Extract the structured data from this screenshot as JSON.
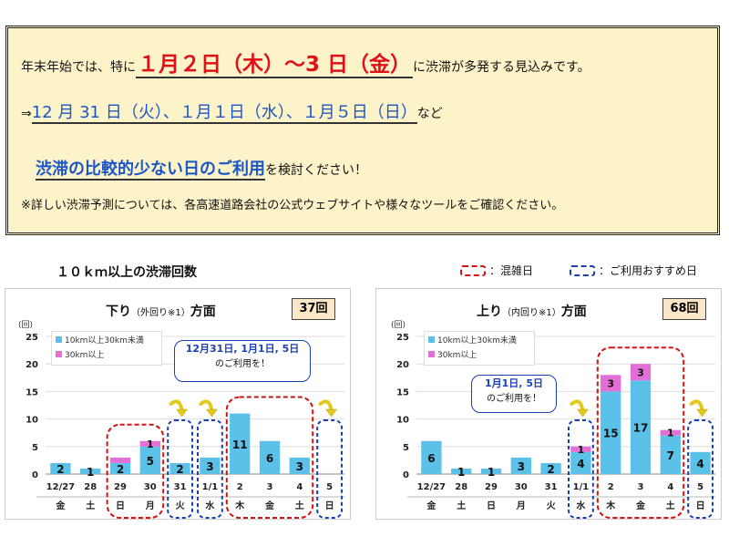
{
  "notice": {
    "line1_pre": "年末年始では、特に",
    "line1_em": "１月２日（木）～3 日（金）",
    "line1_post": "に渋滞が多発する見込みです。",
    "line2_pre": "⇒",
    "line2_em": "12 月 31 日（火）、１月１日（水）、１月５日（日）",
    "line2_post": "など",
    "line3_em": "渋滞の比較的少ない日のご利用",
    "line3_post": "を検討ください！",
    "line4": "※詳しい渋滞予測については、各高速道路会社の公式ウェブサイトや様々なツールをご確認ください。"
  },
  "section_title": "１０ｋｍ以上の渋滞回数",
  "legend": {
    "red_label": "：混雑日",
    "blue_label": "：ご利用おすすめ日",
    "red_color": "#d11111",
    "blue_color": "#1a3fb3"
  },
  "colors": {
    "series1": "#5bc1e8",
    "series2": "#e26fd6"
  },
  "chart_data": [
    {
      "type": "bar",
      "stacked": true,
      "title": "下り",
      "title_note": "（外回り※1）",
      "title_suffix": "方面",
      "total_badge": "37回",
      "unit_label": "(回)",
      "ylim": [
        0,
        25
      ],
      "yticks": [
        0,
        5,
        10,
        15,
        20,
        25
      ],
      "categories": [
        "12/27",
        "28",
        "29",
        "30",
        "31",
        "1/1",
        "2",
        "3",
        "4",
        "5"
      ],
      "weekdays": [
        "金",
        "土",
        "日",
        "月",
        "火",
        "水",
        "木",
        "金",
        "土",
        "日"
      ],
      "series": [
        {
          "name": "10km以上30km未満",
          "values": [
            2,
            1,
            2,
            5,
            2,
            3,
            11,
            6,
            3,
            0
          ]
        },
        {
          "name": "30km以上",
          "values": [
            0,
            0,
            1,
            1,
            0,
            0,
            0,
            0,
            0,
            0
          ]
        }
      ],
      "labels_bottom": [
        "2",
        "1",
        "2",
        "5",
        "2",
        "3",
        "11",
        "6",
        "3",
        ""
      ],
      "labels_top": [
        "",
        "",
        "",
        "1",
        "",
        "",
        "",
        "",
        "",
        ""
      ],
      "congested_groups": [
        [
          2,
          3
        ],
        [
          6,
          8
        ]
      ],
      "recommended_groups": [
        [
          4,
          4
        ],
        [
          5,
          5
        ],
        [
          9,
          9
        ]
      ],
      "callout_main": "12月31日, 1月1日, 5日",
      "callout_sub": "のご利用を！"
    },
    {
      "type": "bar",
      "stacked": true,
      "title": "上り",
      "title_note": "（内回り※1）",
      "title_suffix": "方面",
      "total_badge": "68回",
      "unit_label": "(回)",
      "ylim": [
        0,
        25
      ],
      "yticks": [
        0,
        5,
        10,
        15,
        20,
        25
      ],
      "categories": [
        "12/27",
        "28",
        "29",
        "30",
        "31",
        "1/1",
        "2",
        "3",
        "4",
        "5"
      ],
      "weekdays": [
        "金",
        "土",
        "日",
        "月",
        "火",
        "水",
        "木",
        "金",
        "土",
        "日"
      ],
      "series": [
        {
          "name": "10km以上30km未満",
          "values": [
            6,
            1,
            1,
            3,
            2,
            4,
            15,
            17,
            7,
            4
          ]
        },
        {
          "name": "30km以上",
          "values": [
            0,
            0,
            0,
            0,
            0,
            1,
            3,
            3,
            1,
            0
          ]
        }
      ],
      "labels_bottom": [
        "6",
        "1",
        "1",
        "3",
        "2",
        "4",
        "15",
        "17",
        "7",
        "4"
      ],
      "labels_top": [
        "",
        "",
        "",
        "",
        "",
        "1",
        "3",
        "3",
        "1",
        ""
      ],
      "congested_groups": [
        [
          6,
          8
        ]
      ],
      "recommended_groups": [
        [
          5,
          5
        ],
        [
          9,
          9
        ]
      ],
      "callout_main": "1月1日, 5日",
      "callout_sub": "のご利用を！"
    }
  ]
}
